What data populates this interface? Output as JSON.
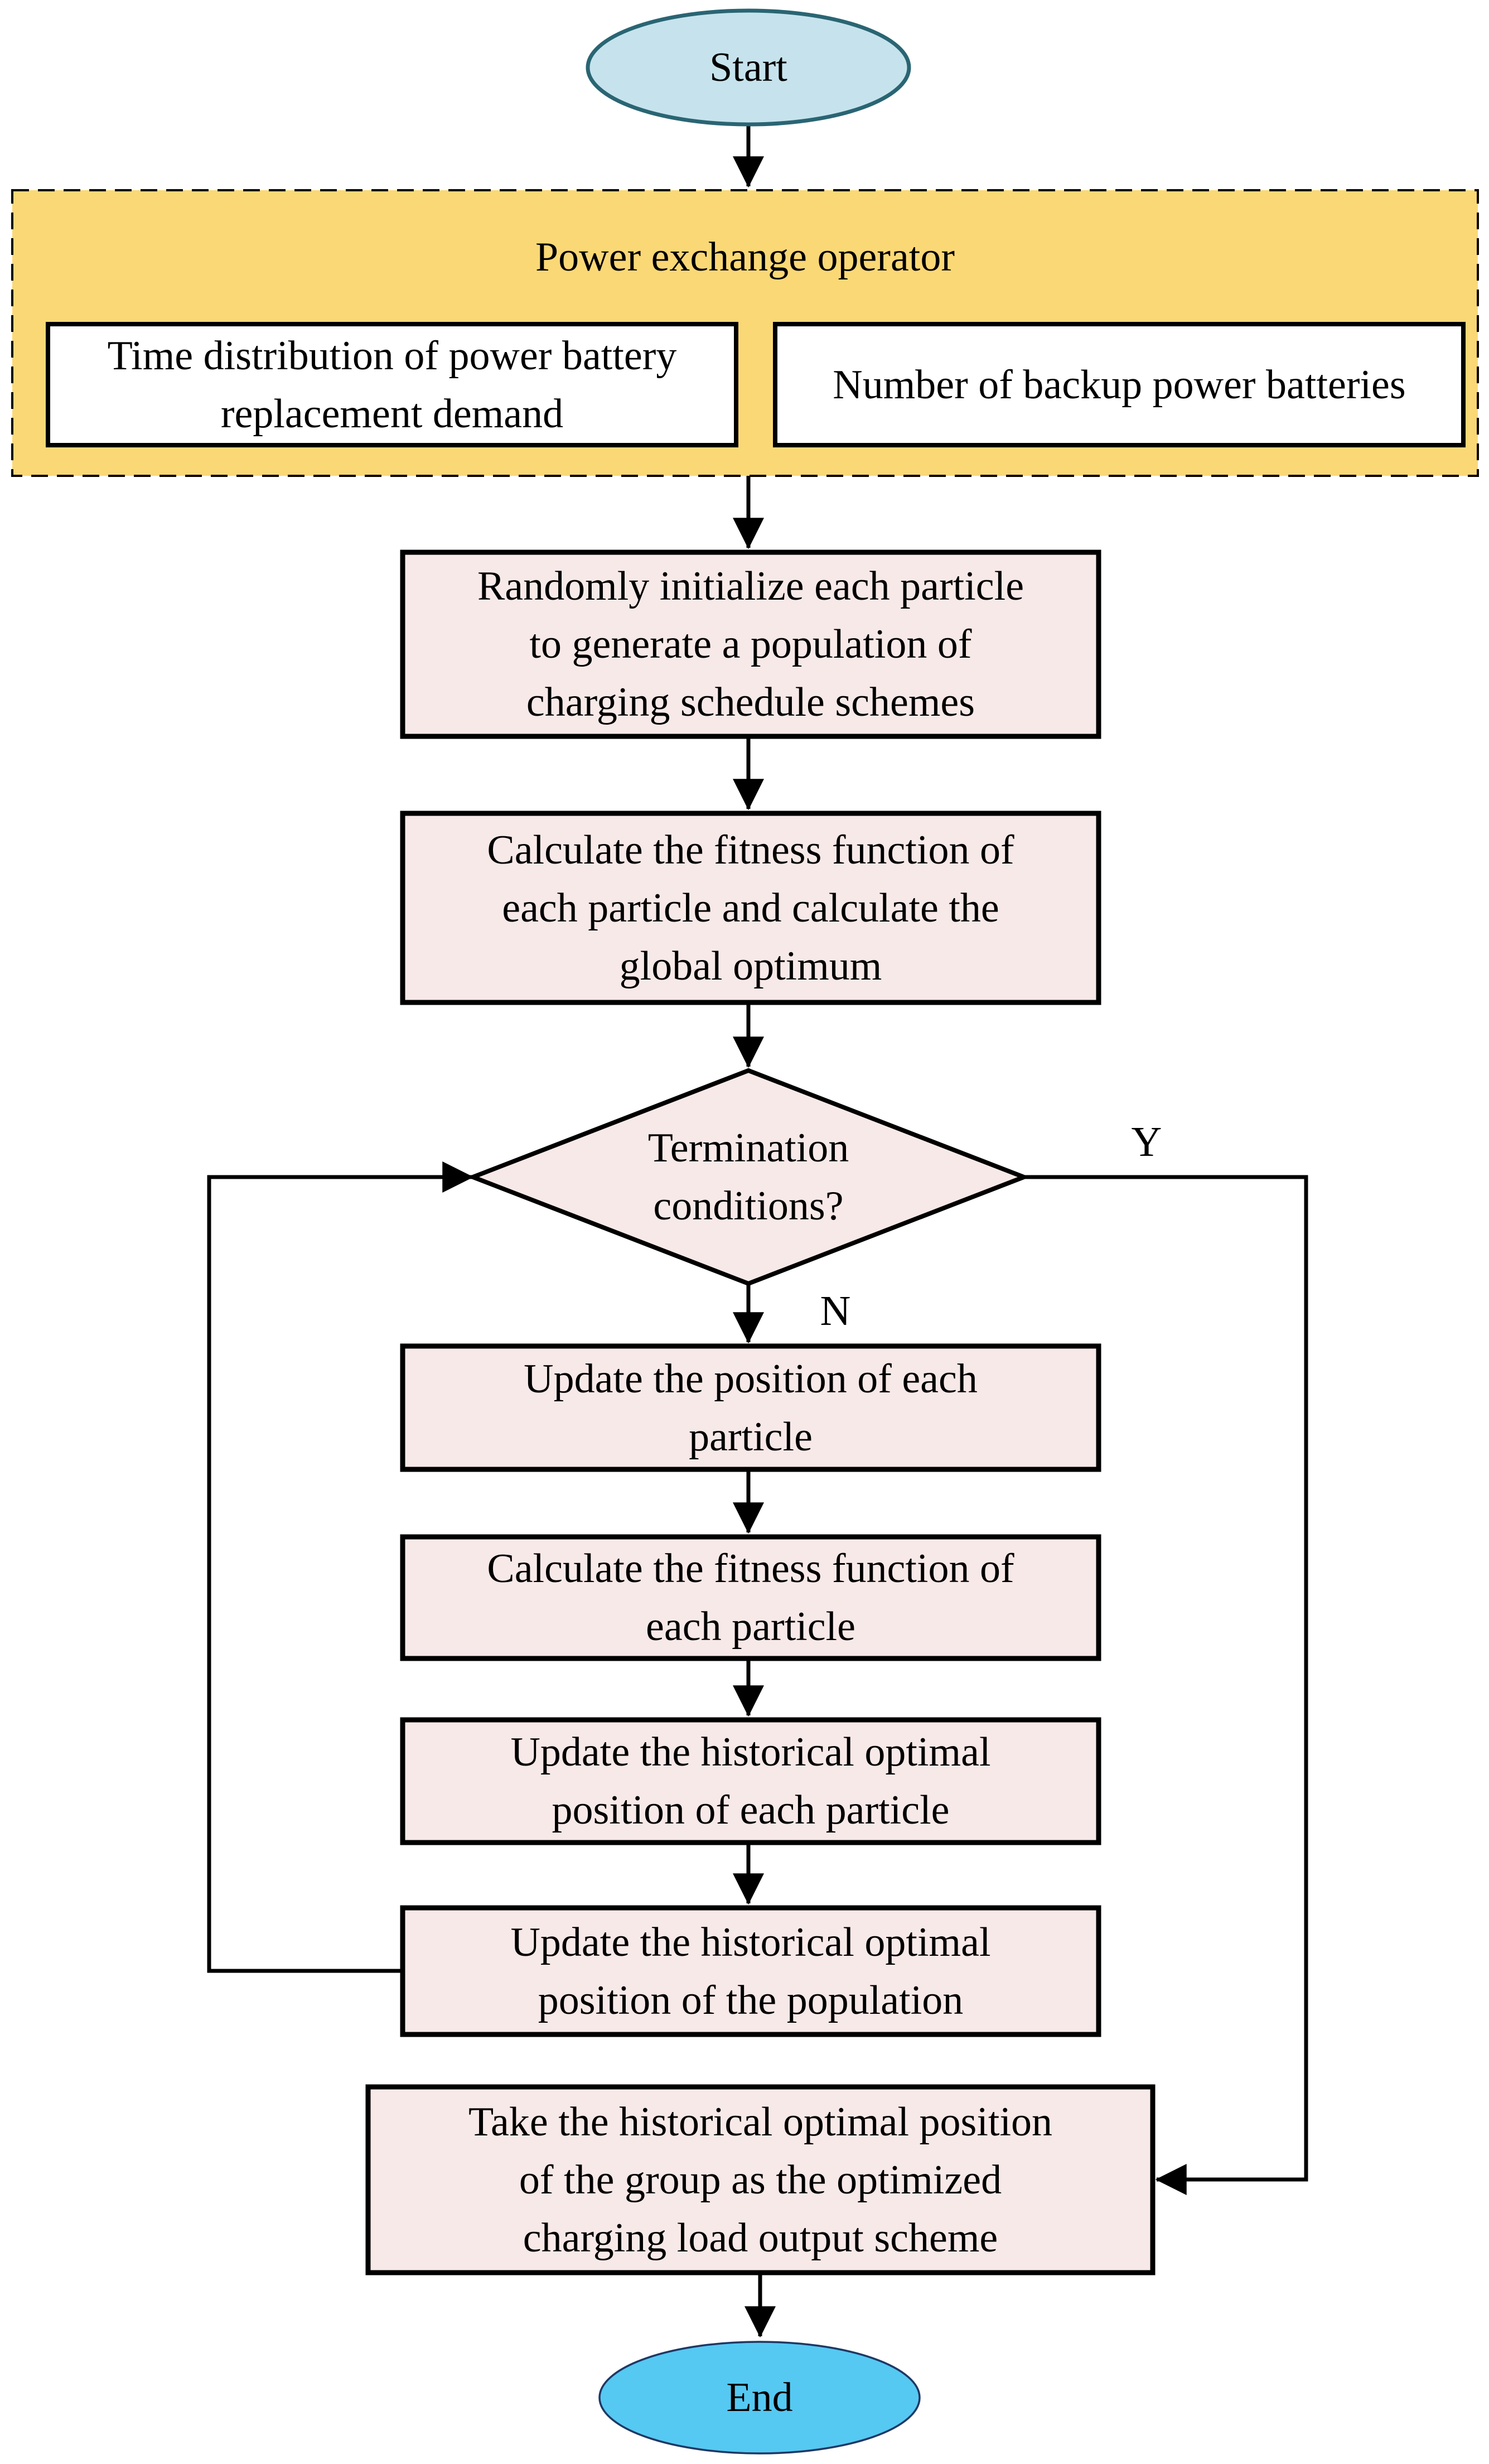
{
  "colors": {
    "background": "#ffffff",
    "panel_yellow": "#fbd876",
    "process_pink": "#f7e9e8",
    "start_fill": "#c6e3ed",
    "start_stroke": "#2a6573",
    "end_fill": "#55c9f2",
    "end_stroke": "#1f3864",
    "line": "#000000",
    "input_white": "#ffffff"
  },
  "flowchart": {
    "start": {
      "label": "Start"
    },
    "panel": {
      "title": "Power exchange operator",
      "inputs": [
        {
          "lines": [
            "Time distribution of power battery",
            "replacement demand"
          ]
        },
        {
          "lines": [
            "Number of backup power batteries"
          ]
        }
      ]
    },
    "steps": [
      {
        "lines": [
          "Randomly initialize each particle",
          "to generate a population of",
          "charging schedule schemes"
        ]
      },
      {
        "lines": [
          "Calculate the fitness function of",
          "each particle and calculate the",
          "global optimum"
        ]
      },
      {
        "lines": [
          "Update the position of each",
          "particle"
        ]
      },
      {
        "lines": [
          "Calculate the fitness function of",
          "each particle"
        ]
      },
      {
        "lines": [
          "Update the historical optimal",
          "position of each particle"
        ]
      },
      {
        "lines": [
          "Update the historical optimal",
          "position of the population"
        ]
      },
      {
        "lines": [
          "Take the historical optimal position",
          "of the group as the optimized",
          "charging load output scheme"
        ]
      }
    ],
    "decision": {
      "lines": [
        "Termination",
        "conditions?"
      ],
      "yes_label": "Y",
      "no_label": "N"
    },
    "end": {
      "label": "End"
    }
  }
}
